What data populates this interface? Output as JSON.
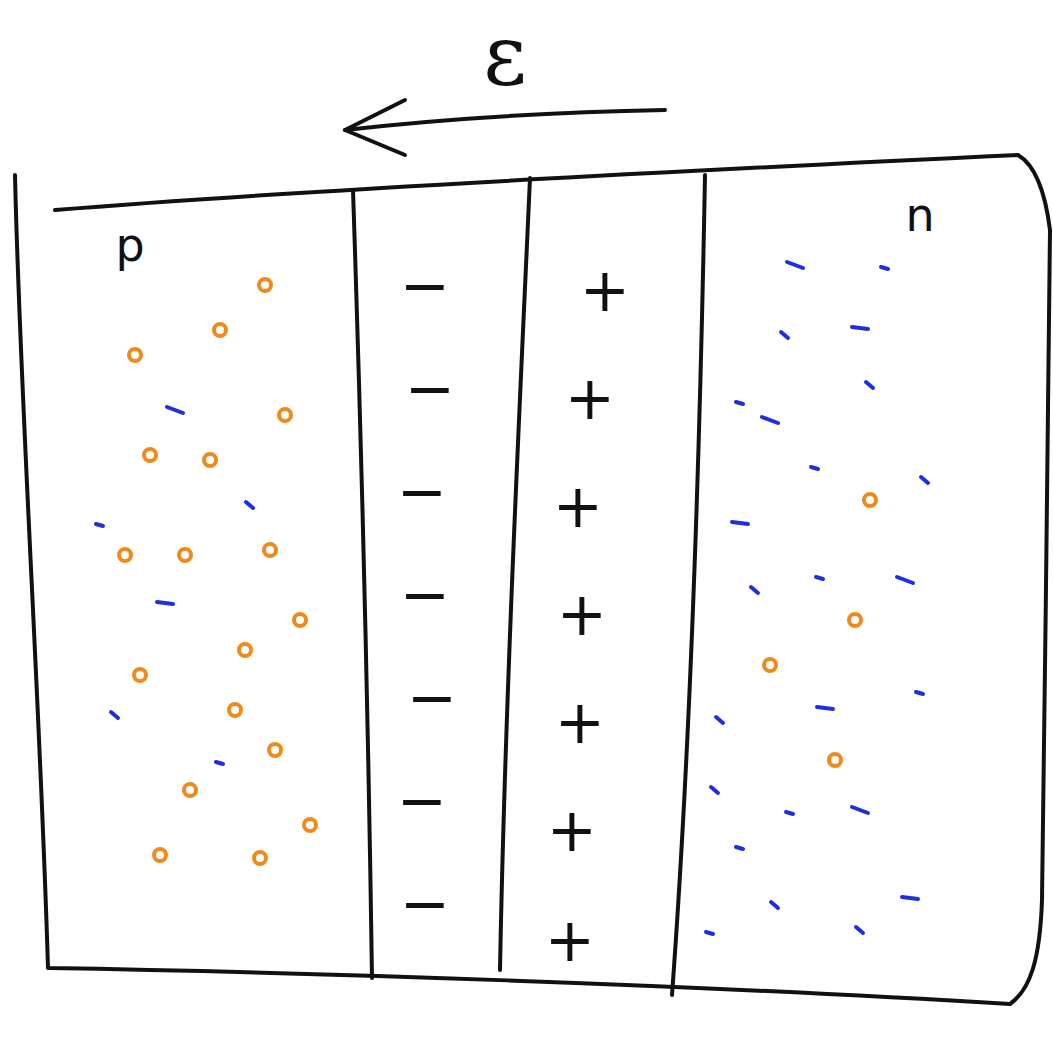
{
  "diagram": {
    "nodes": [
      {
        "text": [
          "p"
        ]
      },
      {
        "text": [
          "−",
          "−",
          "−",
          "−",
          "−",
          "−",
          "−"
        ]
      },
      {
        "text": [
          "+",
          "+",
          "+",
          "+",
          "+",
          "+",
          "+"
        ]
      },
      {
        "text": [
          "n"
        ]
      }
    ],
    "labels": [
      "ε"
    ]
  }
}
